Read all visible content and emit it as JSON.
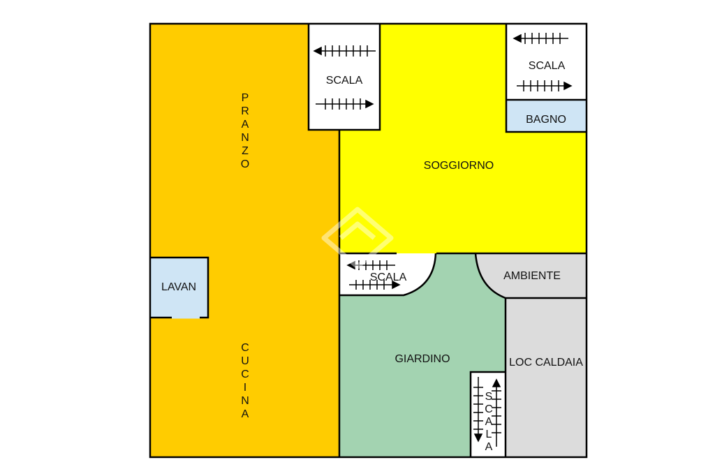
{
  "plan": {
    "rooms": {
      "pranzo": "PRANZO",
      "cucina": "CUCINA",
      "lavan": "LAVAN",
      "scala_top": "SCALA",
      "soggiorno": "SOGGIORNO",
      "scala_right": "SCALA",
      "bagno": "BAGNO",
      "scala_mid": "SCALA",
      "ambiente": "AMBIENTE",
      "giardino": "GIARDINO",
      "loc_caldaia": "LOC CALDAIA",
      "scala_bottom": "SCALA"
    },
    "colors": {
      "pranzo_cucina": "#ffcc00",
      "soggiorno": "#ffff00",
      "giardino": "#a3d3b1",
      "ambiente": "#dcdcdc",
      "caldaia": "#dcdcdc",
      "bagno": "#cfe5f5",
      "lavan": "#cfe5f5",
      "stair": "#ffffff",
      "wall": "#000000"
    }
  }
}
